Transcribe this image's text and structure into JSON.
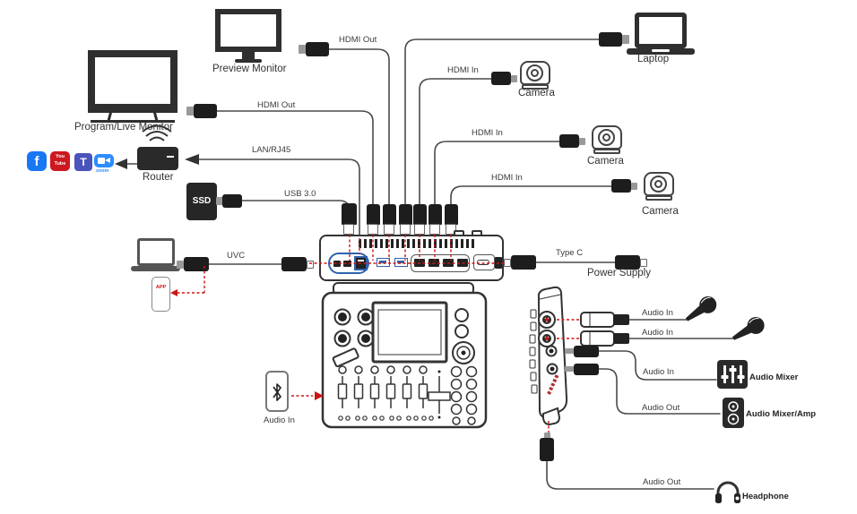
{
  "diagram": {
    "labels": {
      "preview_monitor": "Preview Monitor",
      "program_monitor": "Program/Live Monitor",
      "router": "Router",
      "ssd": "SSD",
      "laptop": "Laptop",
      "camera_1": "Camera",
      "camera_2": "Camera",
      "camera_3": "Camera",
      "power_supply": "Power Supply",
      "app": "APP",
      "bluetooth_audio_in": "Audio In",
      "audio_mixer": "Audio Mixer",
      "audio_mixer_amp": "Audio Mixer/Amp",
      "headphone": "Headphone"
    },
    "cables": {
      "hdmi_out_preview": "HDMI Out",
      "hdmi_out_program": "HDMI Out",
      "hdmi_in_camera_1": "HDMI In",
      "hdmi_in_camera_2": "HDMI In",
      "hdmi_in_camera_3": "HDMI In",
      "lan": "LAN/RJ45",
      "usb3": "USB 3.0",
      "uvc": "UVC",
      "type_c": "Type C",
      "audio_in_mic_1": "Audio In",
      "audio_in_mic_2": "Audio In",
      "audio_in_mixer": "Audio In",
      "audio_out_amp": "Audio Out",
      "audio_out_headphone": "Audio Out"
    },
    "social_icons": {
      "facebook": "f",
      "youtube": "You Tube",
      "teams": "T",
      "zoom": "zoom"
    },
    "colors": {
      "line": "#4a4a4a",
      "device": "#2f2f2f",
      "dashed_red": "#cc1616",
      "port_blue": "#2f62ae",
      "facebook_blue": "#1877f2",
      "youtube_red": "#cc181e",
      "teams_purple": "#4b53bc",
      "zoom_blue": "#2d8cff"
    }
  }
}
